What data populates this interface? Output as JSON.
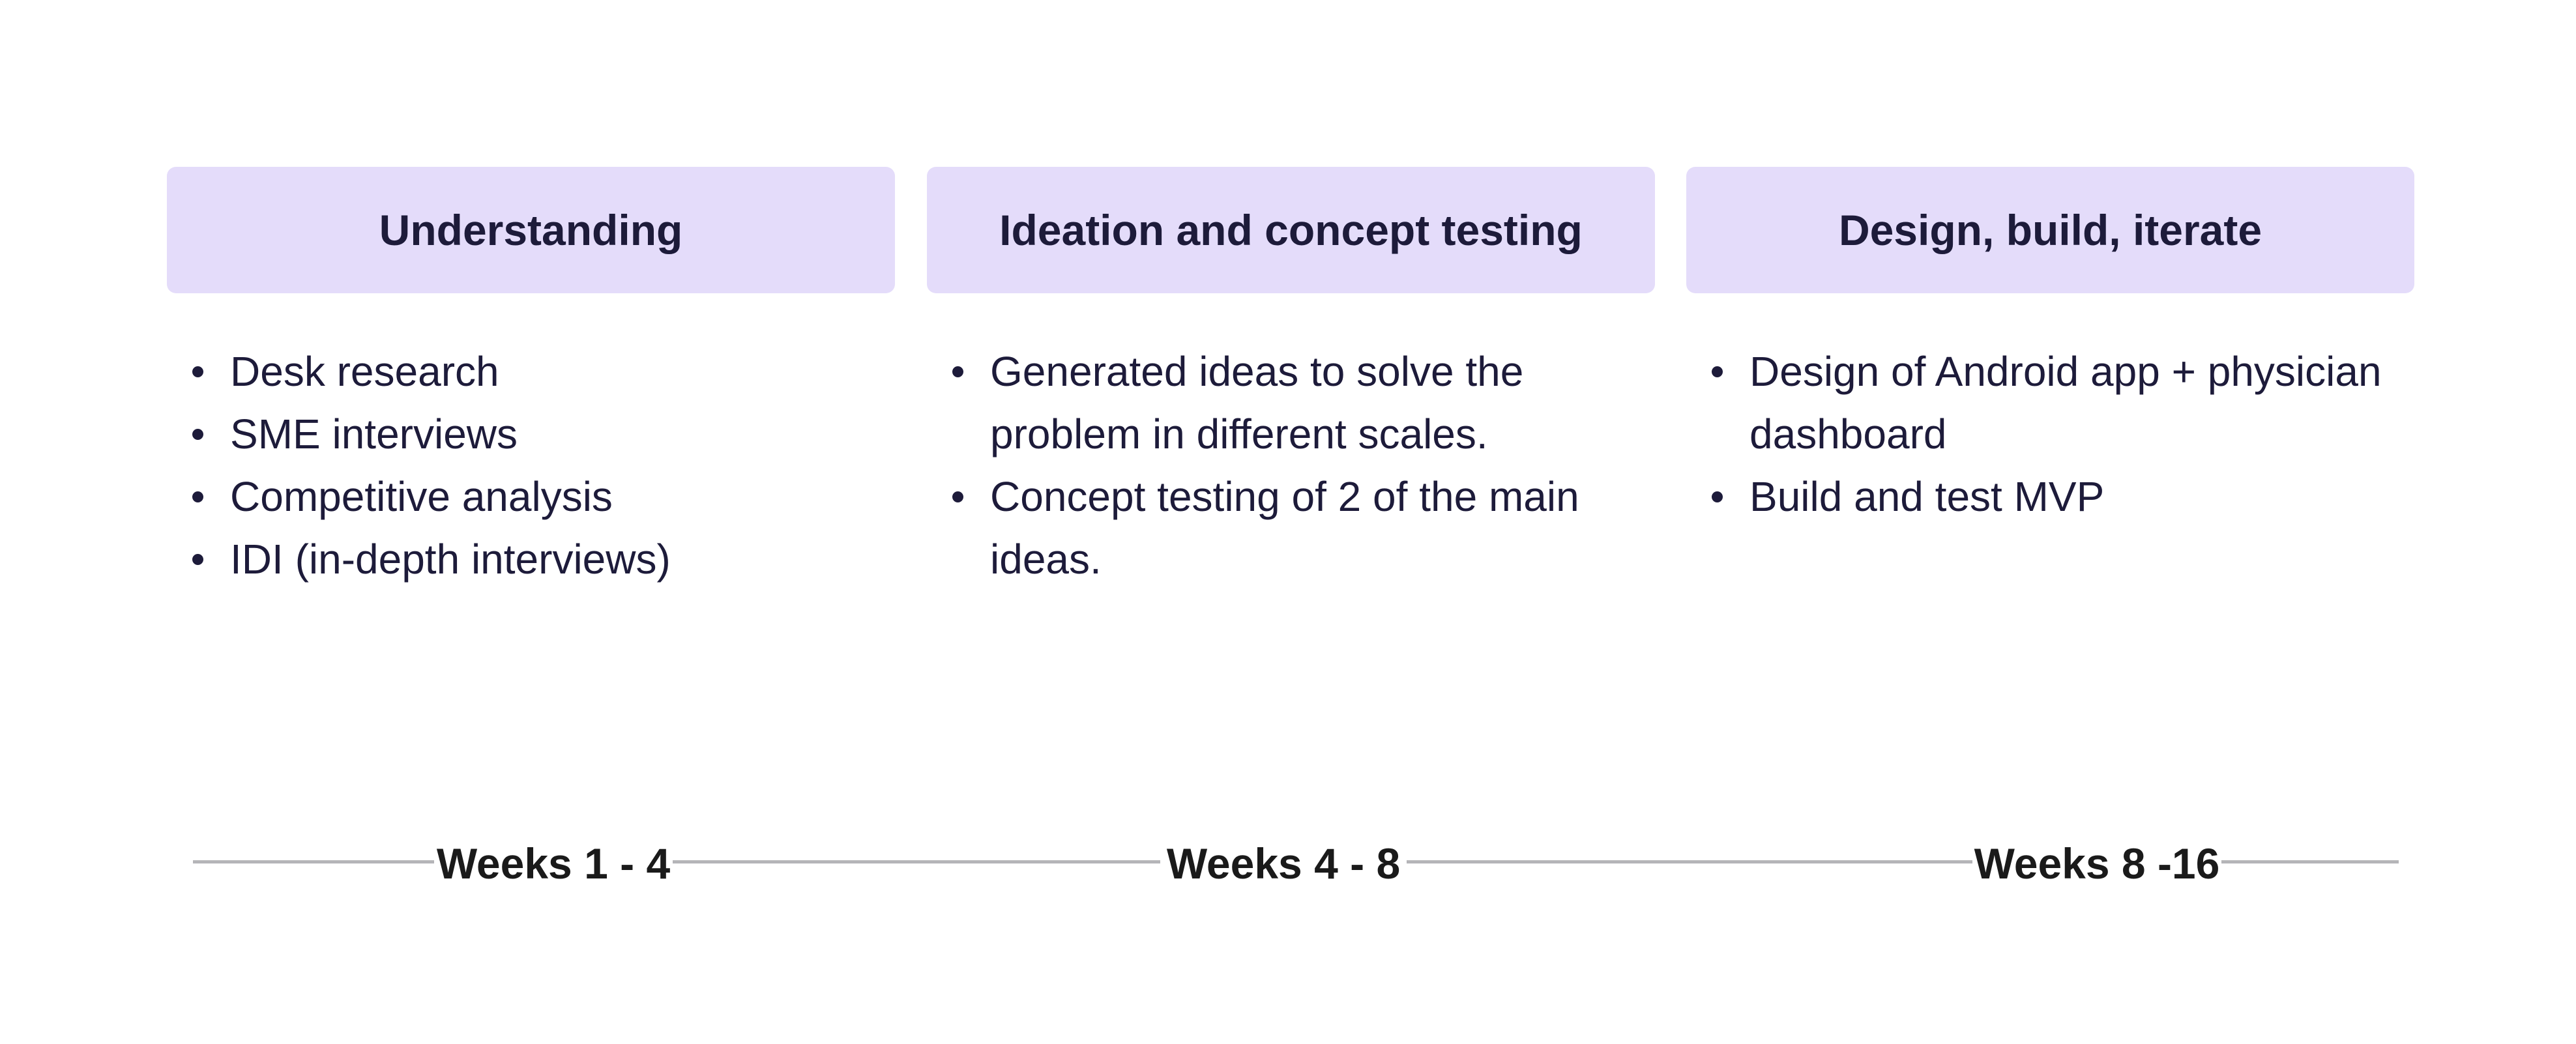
{
  "phases": [
    {
      "title": "Understanding",
      "items": [
        "Desk research",
        "SME interviews",
        "Competitive analysis",
        "IDI (in-depth interviews)"
      ]
    },
    {
      "title": "Ideation and concept testing",
      "items": [
        "Generated ideas to solve the problem in different scales.",
        "Concept testing of 2 of the main ideas."
      ]
    },
    {
      "title": "Design, build, iterate",
      "items": [
        "Design of Android app + physician dashboard",
        "Build and test MVP"
      ]
    }
  ],
  "timeline": {
    "labels": [
      "Weeks 1 - 4",
      "Weeks 4 - 8",
      "Weeks 8 -16"
    ]
  },
  "colors": {
    "header_bg": "#e4dcfa",
    "text": "#1d1b3a",
    "timeline_line": "#b5b5b8"
  }
}
